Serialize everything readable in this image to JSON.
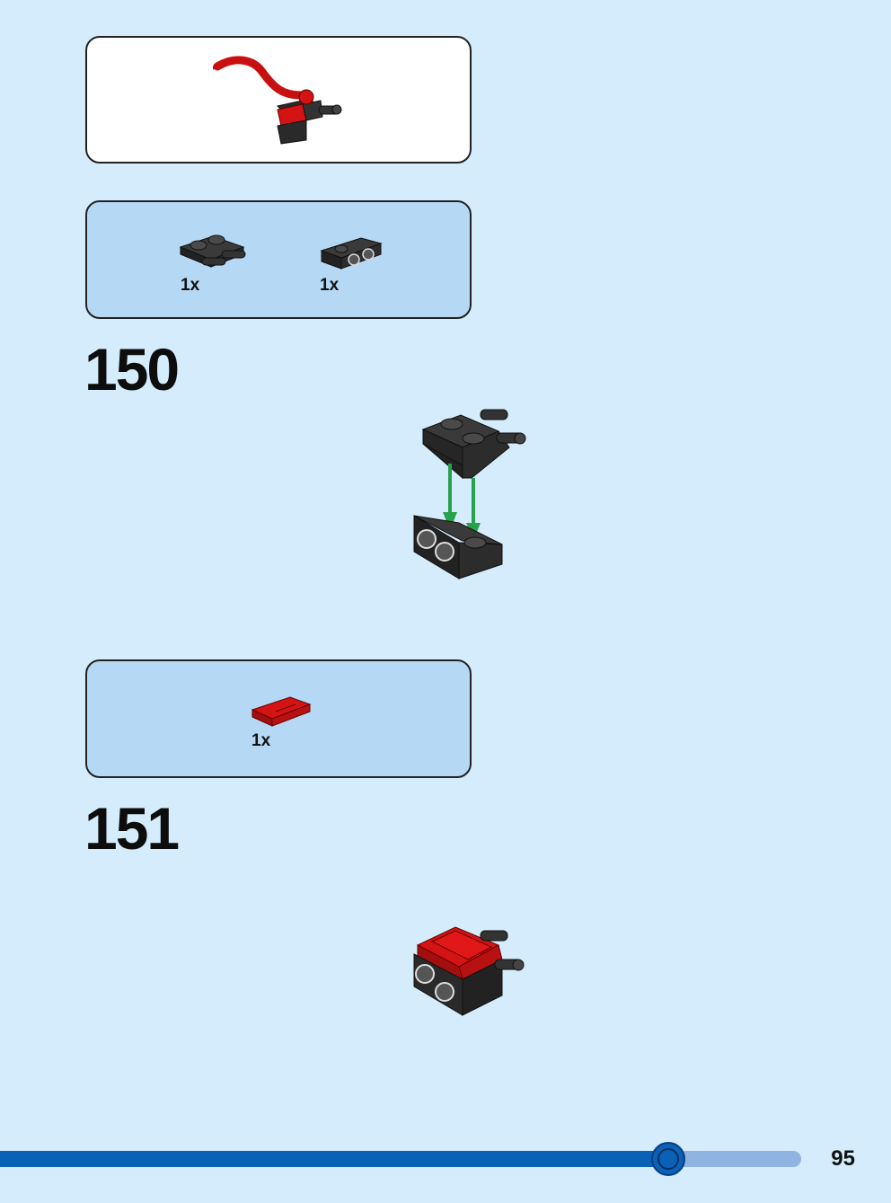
{
  "submodel_result": {
    "image": "red-tail-assembly"
  },
  "steps": [
    {
      "number": "150",
      "parts": [
        {
          "part": "black-plate-with-clips",
          "qty": "1x"
        },
        {
          "part": "black-bracket-with-studs",
          "qty": "1x"
        }
      ],
      "illustration": "plate-attach-to-bracket-with-green-arrows"
    },
    {
      "number": "151",
      "parts": [
        {
          "part": "red-tile",
          "qty": "1x"
        }
      ],
      "illustration": "red-tile-on-black-assembly"
    }
  ],
  "progress": {
    "fraction": 0.834
  },
  "page_number": "95",
  "colors": {
    "background": "#d4ecfb",
    "parts_box": "#b5d8f5",
    "progress_fill": "#0a62b6",
    "progress_track": "#8fb4e2",
    "arrow": "#27a24b",
    "brick_red": "#d41414",
    "brick_black": "#2a2a2a"
  }
}
